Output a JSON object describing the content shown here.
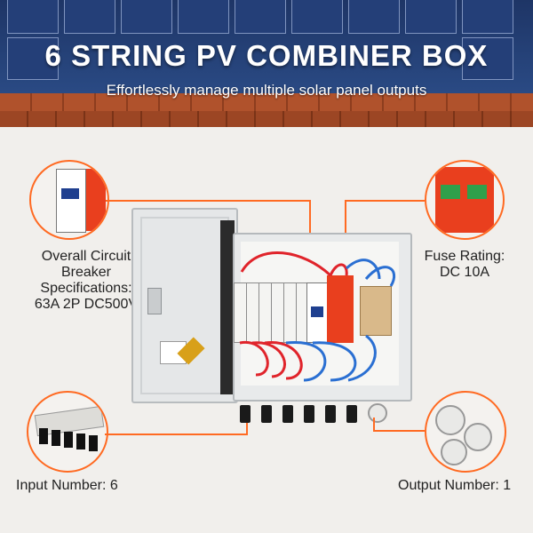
{
  "header": {
    "title": "6 STRING PV COMBINER BOX",
    "subtitle": "Effortlessly manage multiple solar panel outputs"
  },
  "callouts": {
    "breaker_spec": [
      "Overall Circuit",
      "Breaker",
      "Specifications:",
      "63A 2P DC500V"
    ],
    "fuse_rating": [
      "Fuse Rating:",
      "DC 10A"
    ],
    "input_number": "Input Number: 6",
    "output_number": "Output Number: 1"
  },
  "colors": {
    "accent": "#ff6a22",
    "spd_red": "#e93f1e",
    "cable_red": "#e0242b",
    "cable_blue": "#2a6fd2"
  }
}
